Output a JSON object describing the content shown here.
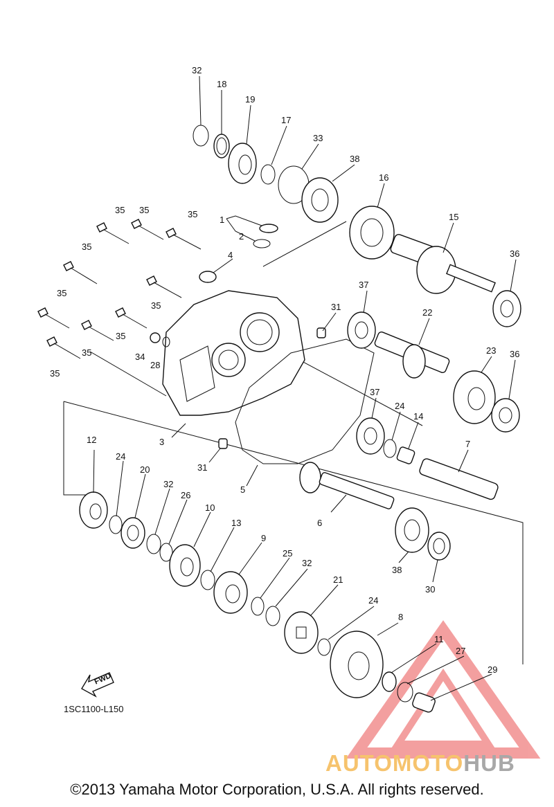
{
  "diagram": {
    "part_code": "1SC1100-L150",
    "fwd_label": "FWD",
    "copyright": "©2013 Yamaha Motor Corporation, U.S.A. All rights reserved.",
    "watermark": {
      "part1": "AUTOMOTO",
      "part2": "HUB",
      "color_main": "#f08080",
      "color_accent": "#f6c36d",
      "color_gray": "#a8a8a8"
    },
    "callouts": {
      "c1": "1",
      "c2": "2",
      "c3": "3",
      "c4": "4",
      "c5": "5",
      "c6": "6",
      "c7": "7",
      "c8": "8",
      "c9": "9",
      "c10": "10",
      "c11": "11",
      "c12": "12",
      "c13": "13",
      "c14": "14",
      "c15": "15",
      "c16": "16",
      "c17": "17",
      "c18": "18",
      "c19": "19",
      "c20": "20",
      "c21": "21",
      "c22": "22",
      "c23": "23",
      "c24": "24",
      "c25": "25",
      "c26": "26",
      "c27": "27",
      "c28": "28",
      "c29": "29",
      "c30": "30",
      "c31": "31",
      "c32": "32",
      "c33": "33",
      "c34": "34",
      "c35": "35",
      "c36": "36",
      "c37": "37",
      "c38": "38"
    }
  }
}
